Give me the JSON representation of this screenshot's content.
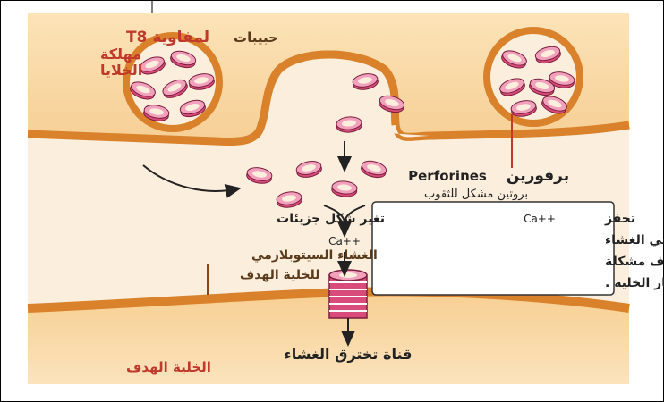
{
  "labels": {
    "t8_line1": "لمفاوية T8",
    "t8_line2": "مهلكة",
    "t8_line3": "الخلايا",
    "granules": "حبيبات",
    "perforin_ar": "برفورين",
    "perforin_en": "Perforines",
    "perforin_desc": "بروتين مشكل للثقوب",
    "ca_ion": "Ca++",
    "membrane_line1": "الغشاء السيتوبلازمي",
    "membrane_line2": "للخلية الهدف",
    "channel": "قناة تخترق الغشاء",
    "target_cell": "الخلية الهدف"
  },
  "info_box": {
    "line1_a": "تحفز",
    "line1_b": "Ca++",
    "line1_c": "تغير شكل جزيئات",
    "line2": "البرفورين التي تندمج في الغشاء",
    "line3": "السيتوبلازمي للخلية الهدف مشكلة",
    "line4": "ثقوبا مما يسبب انفجار الخلية ."
  },
  "colors": {
    "background": "#fbeedd",
    "cell_body": "#f9d9a8",
    "membrane": "#d9822b",
    "perforin": "#d94b7a",
    "label_red": "#c0392b",
    "label_brown": "#8b4513"
  }
}
